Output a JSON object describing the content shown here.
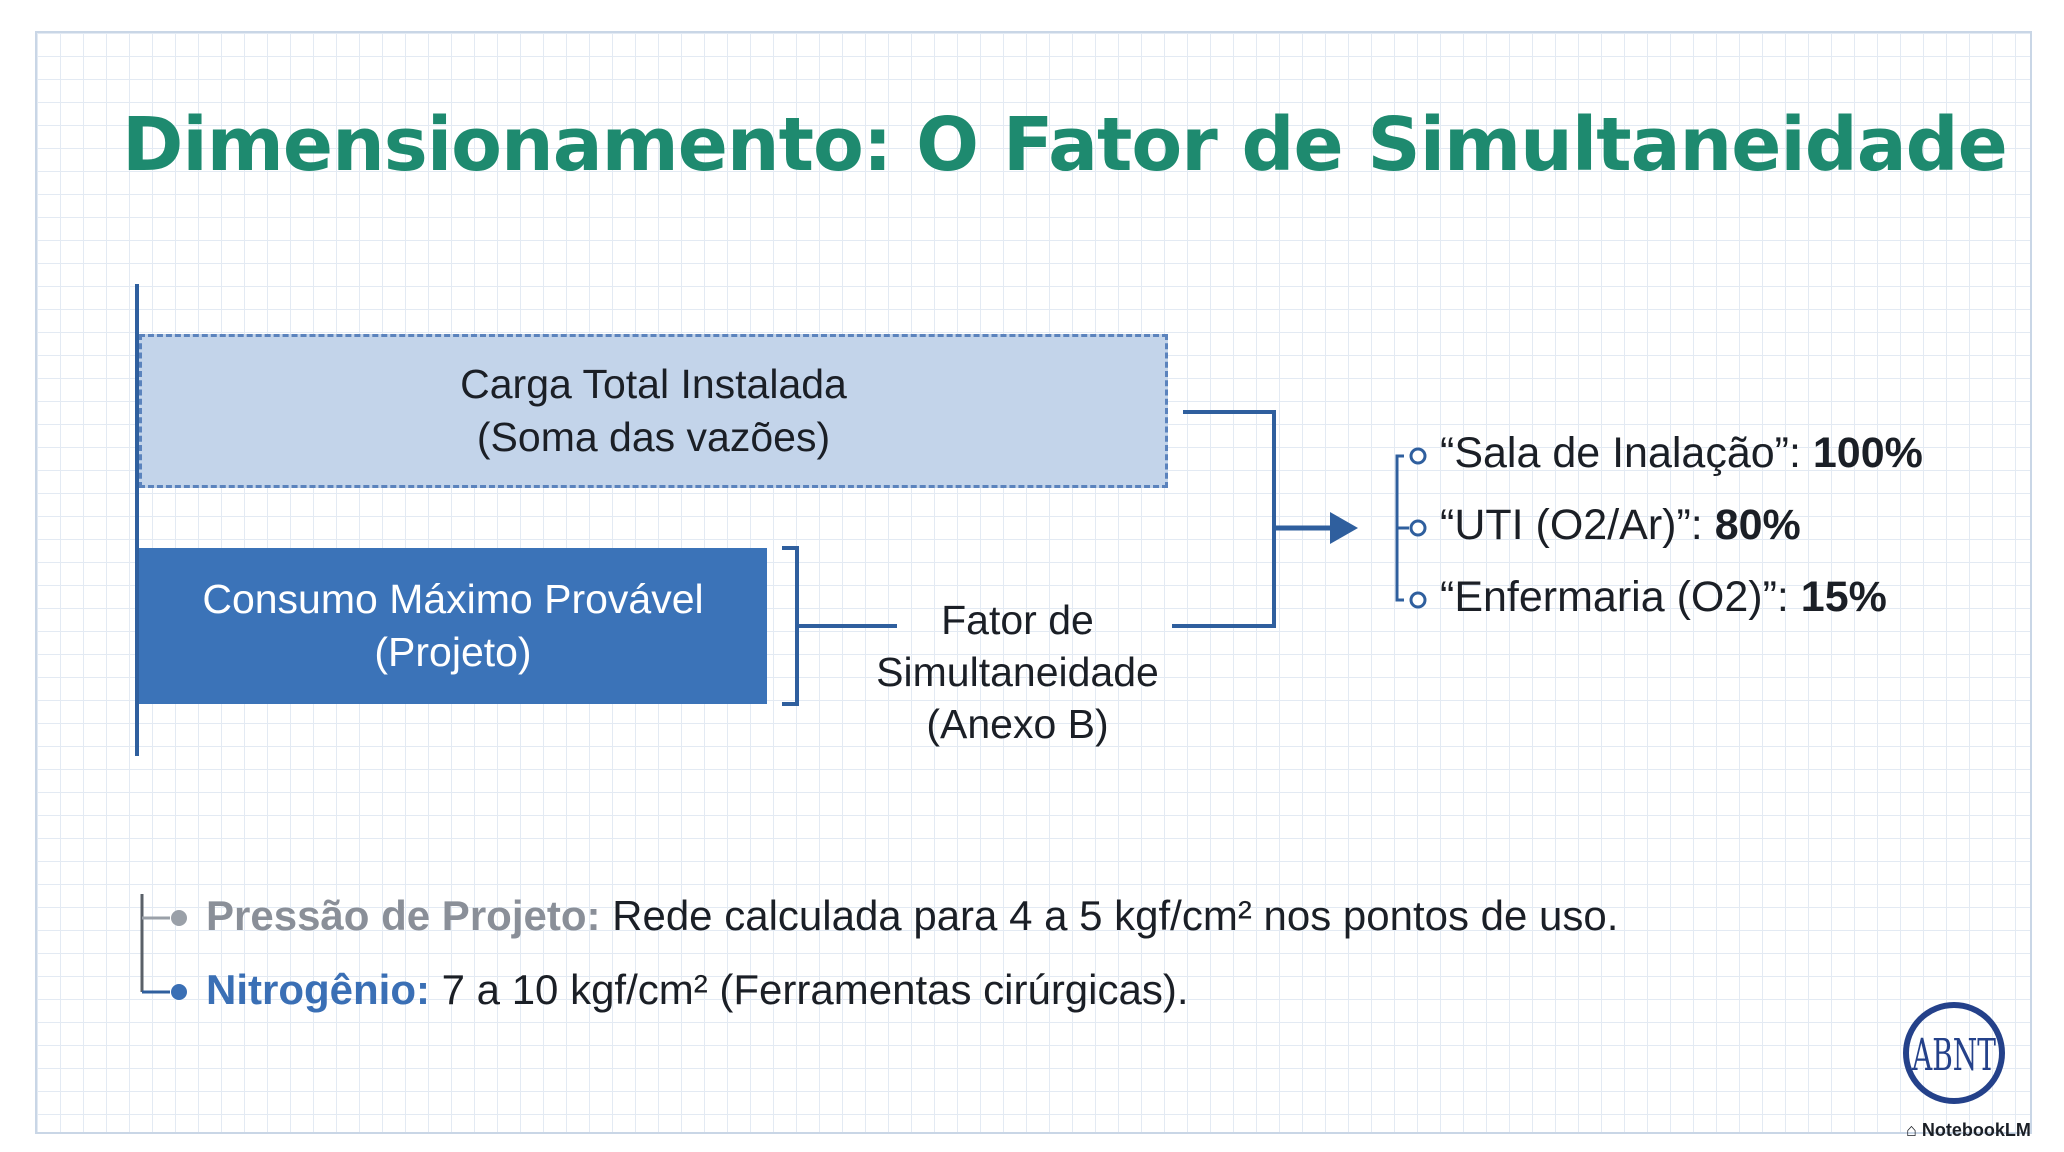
{
  "colors": {
    "title": "#1e8a6f",
    "primary_blue": "#3b73b8",
    "light_blue": "#c3d4ea",
    "line_blue": "#2f5f9e",
    "gray_label": "#8a8f98",
    "nitrogen_label": "#3a6fb5"
  },
  "title": "Dimensionamento: O Fator de Simultaneidade",
  "diagram": {
    "total_box": {
      "line1": "Carga Total Instalada",
      "line2": "(Soma das vazões)"
    },
    "consumo_box": {
      "line1": "Consumo Máximo Provável",
      "line2": "(Projeto)"
    },
    "fator_label": {
      "line1": "Fator de",
      "line2": "Simultaneidade",
      "line3": "(Anexo B)"
    },
    "percentages": [
      {
        "label": "“Sala de Inalação”: ",
        "value": "100%"
      },
      {
        "label": "“UTI (O2/Ar)”: ",
        "value": "80%"
      },
      {
        "label": "“Enfermaria (O2)”: ",
        "value": "15%"
      }
    ]
  },
  "notes": [
    {
      "label": "Pressão de Projeto:",
      "text": " Rede calculada para 4 a 5 kgf/cm² nos pontos de uso."
    },
    {
      "label": "Nitrogênio:",
      "text": " 7 a 10 kgf/cm² (Ferramentas cirúrgicas)."
    }
  ],
  "logo": {
    "text": "ABNT",
    "icon": "abnt-seal-icon"
  },
  "watermark": {
    "icon": "notebooklm-icon",
    "text": "NotebookLM"
  }
}
